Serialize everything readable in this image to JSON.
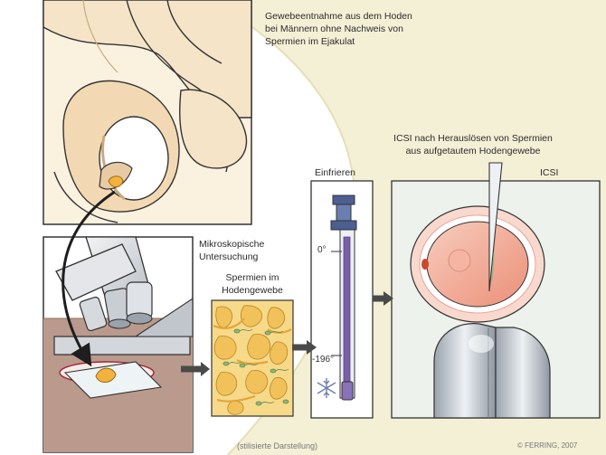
{
  "labels": {
    "biopsy": {
      "line1": "Gewebeentnahme aus dem Hoden",
      "line2": "bei Männern ohne Nachweis von",
      "line3": "Spermien im Ejakulat"
    },
    "icsi_extraction": {
      "line1": "ICSI nach Herauslösen von Spermien",
      "line2": "aus aufgetautem Hodengewebe"
    },
    "freezing": "Einfrieren",
    "icsi": "ICSI",
    "microscopy": {
      "line1": "Mikroskopische",
      "line2": "Untersuchung"
    },
    "sperm_tissue": {
      "line1": "Spermien im",
      "line2": "Hodengewebe"
    },
    "temp_zero": "0°",
    "temp_cold": "-196°",
    "stylized": "(stilisierte Darstellung)",
    "copyright": "© FERRING, 2007"
  },
  "colors": {
    "background_blob": "#f4f0d6",
    "panel_fill": "#eef2ec",
    "outline": "#333333",
    "skin": "#f6e4c8",
    "skin_shadow": "#e8cba4",
    "tissue": "#f2c25a",
    "tissue_dark": "#d99a2e",
    "sperm": "#8fb77a",
    "egg_outer": "#f2b6a4",
    "egg_inner": "#ec8f78",
    "straw": "#7a5fa8",
    "cap": "#6a7fb0",
    "metal": "#c8ced6",
    "arrow": "#4a4a4a"
  }
}
